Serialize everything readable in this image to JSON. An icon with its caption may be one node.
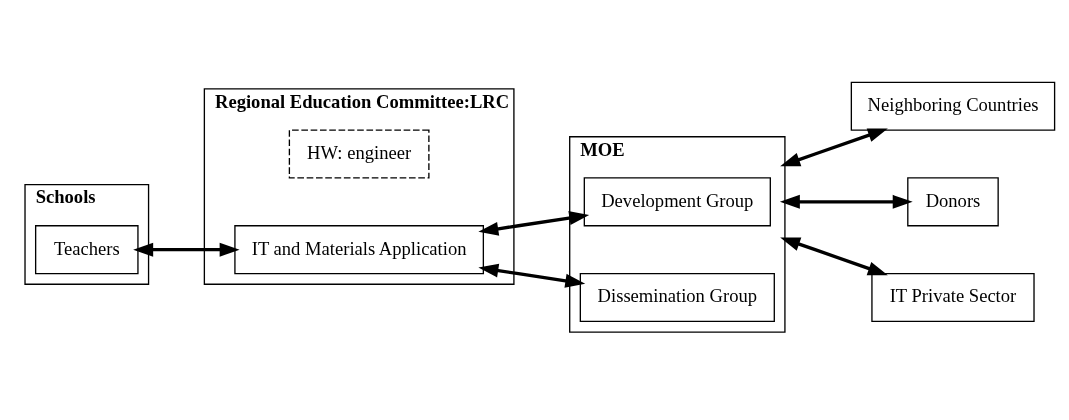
{
  "diagram": {
    "nodes": [
      {
        "text": [
          "Schools"
        ]
      },
      {
        "text": [
          "Teachers"
        ],
        "in": 0
      },
      {
        "text": [
          "Regional Education Committee:LRC"
        ]
      },
      {
        "text": [
          "HW: engineer"
        ],
        "in": 2
      },
      {
        "text": [
          "IT and Materials Application"
        ],
        "in": 2
      },
      {
        "text": [
          "MOE"
        ]
      },
      {
        "text": [
          "Development Group"
        ],
        "in": 5
      },
      {
        "text": [
          "Dissemination Group"
        ],
        "in": 5
      },
      {
        "text": [
          "Neighboring Countries"
        ]
      },
      {
        "text": [
          "Donors"
        ]
      },
      {
        "text": [
          "IT Private Sector"
        ]
      }
    ],
    "edges": [
      {
        "from": 1,
        "to": 4,
        "arrow": "both"
      },
      {
        "from": 4,
        "to": 6,
        "arrow": "both"
      },
      {
        "from": 4,
        "to": 7,
        "arrow": "both"
      },
      {
        "from": 5,
        "to": 8,
        "arrow": "both"
      },
      {
        "from": 5,
        "to": 9,
        "arrow": "both"
      },
      {
        "from": 5,
        "to": 10,
        "arrow": "both"
      }
    ]
  }
}
